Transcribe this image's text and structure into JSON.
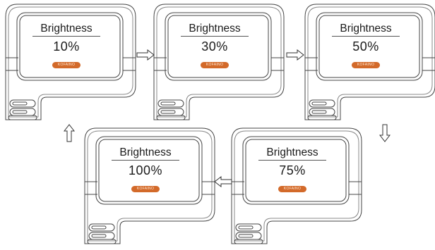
{
  "steps": [
    {
      "title": "Brightness",
      "value": "10%",
      "brand": "KOFAINO"
    },
    {
      "title": "Brightness",
      "value": "30%",
      "brand": "KOFAINO"
    },
    {
      "title": "Brightness",
      "value": "50%",
      "brand": "KOFAINO"
    },
    {
      "title": "Brightness",
      "value": "75%",
      "brand": "KOFAINO"
    },
    {
      "title": "Brightness",
      "value": "100%",
      "brand": "KOFAINO"
    }
  ],
  "colors": {
    "line": "#444444",
    "accent": "#d36a2a"
  },
  "arrows": [
    "arrow-right",
    "arrow-right",
    "arrow-down",
    "arrow-left",
    "arrow-up"
  ]
}
